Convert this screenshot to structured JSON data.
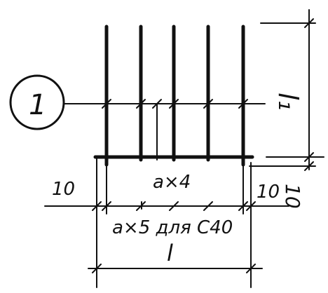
{
  "marker": {
    "number": "1"
  },
  "labels": {
    "height": "l₁",
    "spacing_top": "a×4",
    "offset_left": "10",
    "offset_right": "10",
    "offset_vertical": "10",
    "spacing_bottom": "a×5 для C40",
    "length": "l"
  }
}
